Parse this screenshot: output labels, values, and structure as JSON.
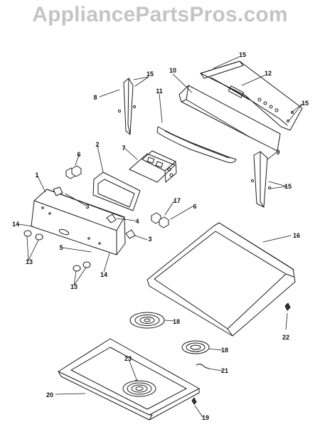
{
  "watermark": "AppliancePartsPros.com",
  "callouts": {
    "c1": "1",
    "c2": "2",
    "c3a": "3",
    "c3b": "3",
    "c4": "4",
    "c5": "5",
    "c6a": "6",
    "c6b": "6",
    "c7": "7",
    "c8": "8",
    "c9": "9",
    "c10": "10",
    "c11": "11",
    "c12": "12",
    "c13a": "13",
    "c13b": "13",
    "c14a": "14",
    "c14b": "14",
    "c15a": "15",
    "c15b": "15",
    "c15c": "15",
    "c15d": "15",
    "c16": "16",
    "c17": "17",
    "c18a": "18",
    "c18b": "18",
    "c19": "19",
    "c20": "20",
    "c21": "21",
    "c22": "22",
    "c23": "23"
  }
}
